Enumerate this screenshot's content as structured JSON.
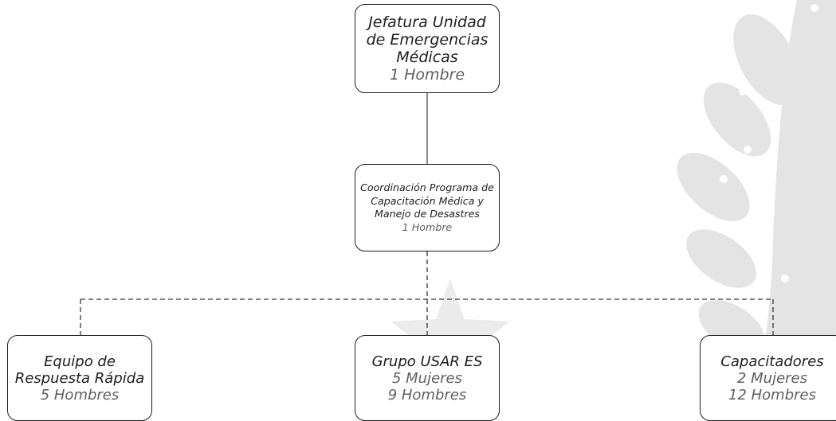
{
  "diagram": {
    "root": {
      "title": "Jefatura Unidad de Emergencias Médicas",
      "count_lines": [
        "1 Hombre"
      ]
    },
    "coordination": {
      "title": "Coordinación Programa de Capacitación Médica y Manejo de Desastres",
      "count_lines": [
        "1 Hombre"
      ]
    },
    "teams": [
      {
        "title": "Equipo de Respuesta Rápida",
        "count_lines": [
          "5 Hombres"
        ]
      },
      {
        "title": "Grupo USAR ES",
        "count_lines": [
          "5 Mujeres",
          "9 Hombres"
        ]
      },
      {
        "title": "Capacitadores",
        "count_lines": [
          "2 Mujeres",
          "12 Hombres"
        ]
      }
    ],
    "colors": {
      "border": "#1e1e1e",
      "count_text": "#5f5f5f",
      "watermark": "#e4e4e4"
    }
  }
}
